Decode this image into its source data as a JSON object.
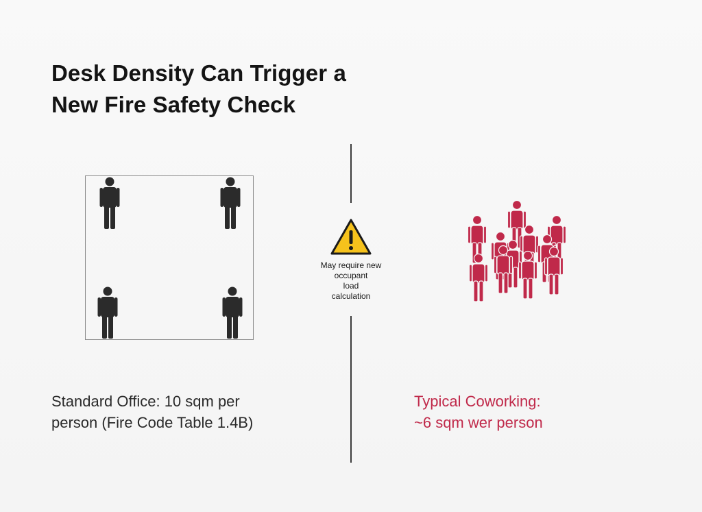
{
  "title": {
    "line1": "Desk Density Can Trigger a",
    "line2": "New Fire Safety Check"
  },
  "warning": {
    "icon": "warning-triangle-icon",
    "lines": [
      "May require new",
      "occupant",
      "load",
      "calculation"
    ]
  },
  "standard_office": {
    "caption_line1": "Standard Office: 10 sqm per",
    "caption_line2": "person (Fire Code Table 1.4B)",
    "person_count": 4
  },
  "coworking": {
    "caption_line1": "Typical Coworking:",
    "caption_line2": "~6 sqm wer person",
    "person_count": 11
  },
  "colors": {
    "dark_person": "#2b2b2b",
    "crowd_person": "#c0294a",
    "warning_fill": "#f6c21c",
    "warning_stroke": "#1a1a1a",
    "caption_right": "#c0294a"
  }
}
